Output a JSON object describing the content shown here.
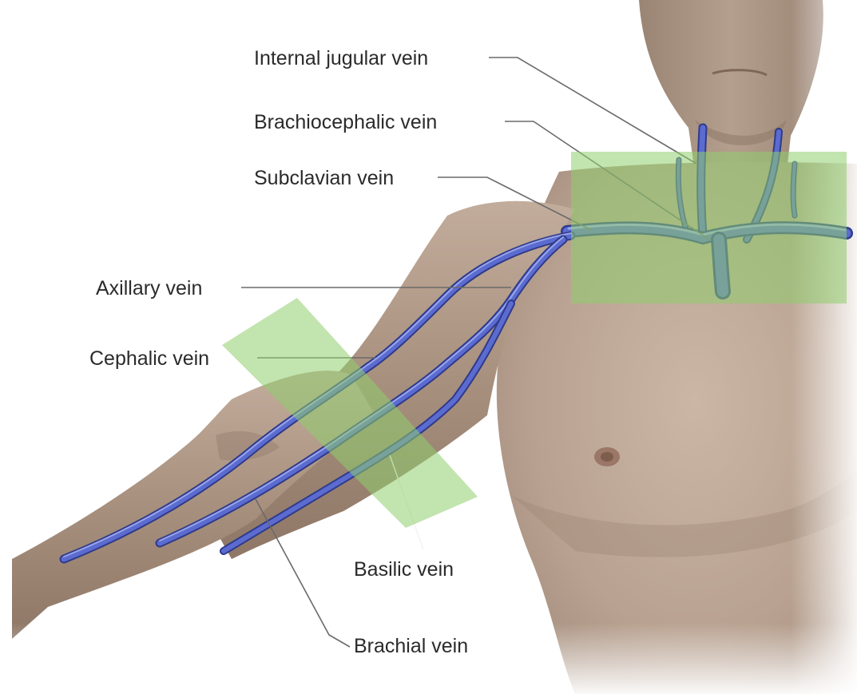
{
  "labels": {
    "internal_jugular_vein": "Internal jugular vein",
    "brachiocephalic_vein": "Brachiocephalic vein",
    "subclavian_vein": "Subclavian vein",
    "axillary_vein": "Axillary vein",
    "cephalic_vein": "Cephalic vein",
    "basilic_vein": "Basilic vein",
    "brachial_vein": "Brachial vein"
  },
  "colors": {
    "skin": "#b9a393",
    "vein": "#4a58c0",
    "highlight": "#8fce6e",
    "label_text": "#2b2b2b"
  }
}
